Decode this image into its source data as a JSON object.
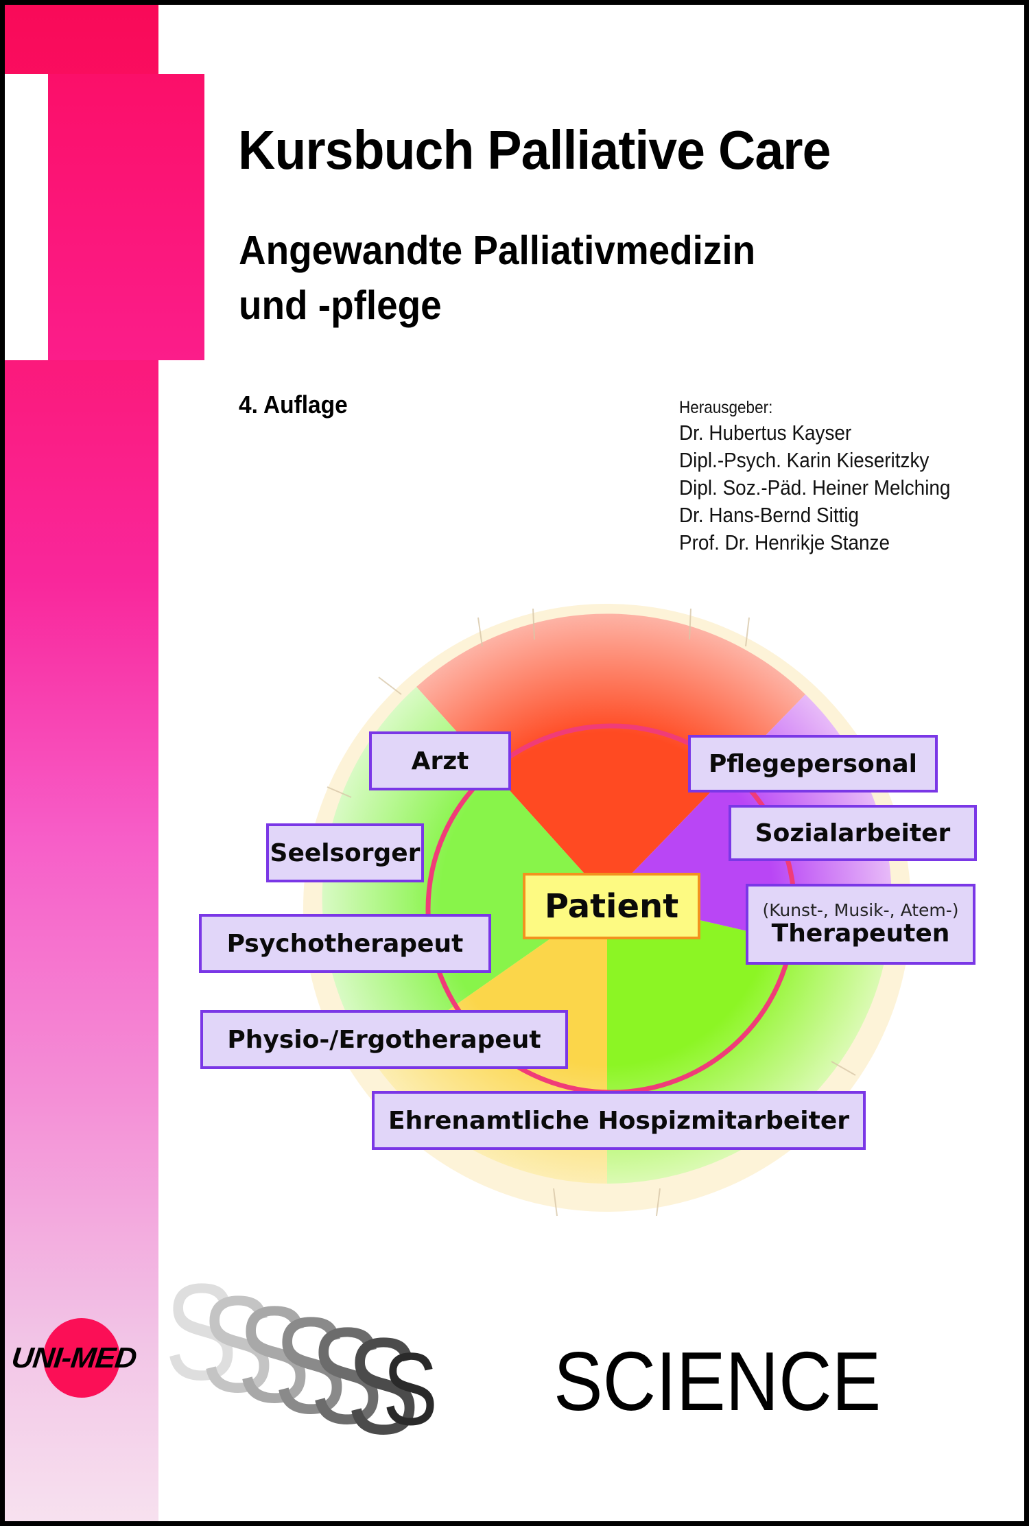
{
  "cover": {
    "title": "Kursbuch Palliative Care",
    "subtitle_line1": "Angewandte Palliativmedizin",
    "subtitle_line2": "und -pflege",
    "edition": "4. Auflage",
    "editors_label": "Herausgeber:",
    "editors": [
      "Dr. Hubertus Kayser",
      "Dipl.-Psych. Karin Kieseritzky",
      "Dipl. Soz.-Päd. Heiner Melching",
      "Dr. Hans-Bernd Sittig",
      "Prof. Dr. Henrikje Stanze"
    ],
    "colors": {
      "brand_pink": "#fb0f56",
      "box_fill": "#e1d6f9",
      "box_border": "#7a37e6",
      "patient_fill": "#fdfa82",
      "patient_border": "#f2921e",
      "inner_circle": "#f03c78"
    }
  },
  "diagram": {
    "center": "Patient",
    "roles": {
      "arzt": "Arzt",
      "pflegepersonal": "Pflegepersonal",
      "seelsorger": "Seelsorger",
      "sozialarbeiter": "Sozialarbeiter",
      "psychotherapeut": "Psychotherapeut",
      "therapeuten_prefix": "(Kunst-, Musik-, Atem-)",
      "therapeuten": "Therapeuten",
      "physio": "Physio-/Ergotherapeut",
      "ehrenamtliche": "Ehrenamtliche Hospizmitarbeiter"
    },
    "segment_colors": {
      "red": "#ff4a22",
      "purple": "#b946f5",
      "lime": "#8cf524",
      "yellow": "#fbd64a",
      "green": "#88f44a"
    }
  },
  "publisher": {
    "logo_text": "UNI-MED",
    "series": "SCIENCE",
    "series_letter": "S"
  }
}
